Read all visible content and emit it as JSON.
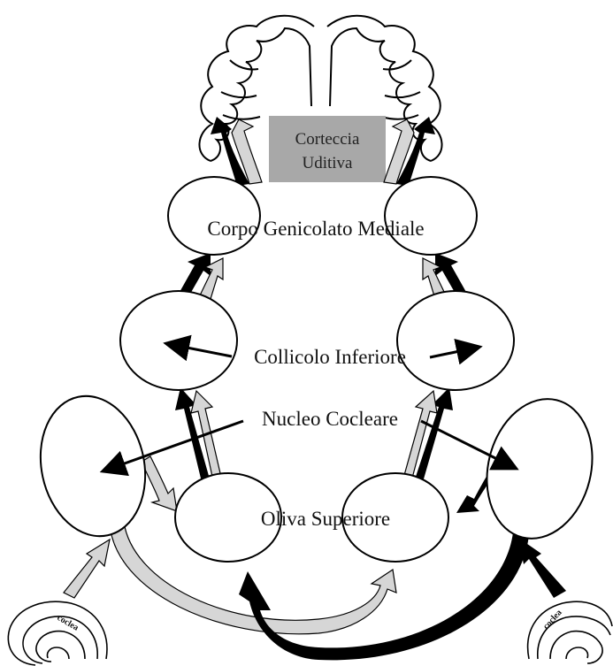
{
  "labels": {
    "cortex_line1": "Corteccia",
    "cortex_line2": "Uditiva",
    "mgb": "Corpo Genicolato Mediale",
    "ic": "Collicolo Inferiore",
    "cn": "Nucleo Cocleare",
    "so": "Oliva Superiore",
    "cochlea_left": "coclea",
    "cochlea_right": "coclea"
  },
  "colors": {
    "cortex_box": "#a8a8a8",
    "black_pathway": "#000000",
    "grey_pathway": "#d6d6d6",
    "background": "#ffffff"
  }
}
